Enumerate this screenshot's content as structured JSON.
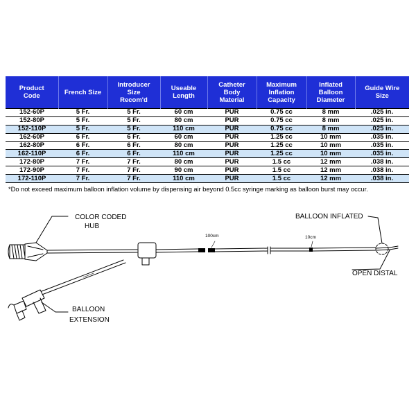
{
  "table": {
    "headers": [
      "Product\nCode",
      "French Size",
      "Introducer\nSize\nRecom'd",
      "Useable\nLength",
      "Catheter\nBody\nMaterial",
      "Maximum\nInflation\nCapacity",
      "Inflated\nBalloon\nDiameter",
      "Guide Wire\nSize"
    ],
    "rows": [
      [
        "152-60P",
        "5 Fr.",
        "5 Fr.",
        "60 cm",
        "PUR",
        "0.75 cc",
        "8 mm",
        ".025 in."
      ],
      [
        "152-80P",
        "5 Fr.",
        "5 Fr.",
        "80 cm",
        "PUR",
        "0.75 cc",
        "8 mm",
        ".025 in."
      ],
      [
        "152-110P",
        "5 Fr.",
        "5 Fr.",
        "110 cm",
        "PUR",
        "0.75 cc",
        "8 mm",
        ".025 in."
      ],
      [
        "162-60P",
        "6 Fr.",
        "6 Fr.",
        "60 cm",
        "PUR",
        "1.25 cc",
        "10 mm",
        ".035 in."
      ],
      [
        "162-80P",
        "6 Fr.",
        "6 Fr.",
        "80 cm",
        "PUR",
        "1.25 cc",
        "10 mm",
        ".035 in."
      ],
      [
        "162-110P",
        "6 Fr.",
        "6 Fr.",
        "110 cm",
        "PUR",
        "1.25 cc",
        "10 mm",
        ".035 in."
      ],
      [
        "172-80P",
        "7 Fr.",
        "7 Fr.",
        "80 cm",
        "PUR",
        "1.5 cc",
        "12 mm",
        ".038 in."
      ],
      [
        "172-90P",
        "7 Fr.",
        "7 Fr.",
        "90 cm",
        "PUR",
        "1.5 cc",
        "12 mm",
        ".038 in."
      ],
      [
        "172-110P",
        "7 Fr.",
        "7 Fr.",
        "110 cm",
        "PUR",
        "1.5 cc",
        "12 mm",
        ".038 in."
      ]
    ],
    "highlight_rows": [
      2,
      5,
      8
    ],
    "header_color": "#1f2fd6",
    "highlight_color": "#cfe4f7"
  },
  "footnote": "*Do not exceed maximum balloon inflation volume by dispensing air beyond 0.5cc syringe marking as balloon burst may occur.",
  "diagram": {
    "labels": {
      "hub": "COLOR CODED\nHUB",
      "balloon_extension": "BALLOON\nEXTENSION",
      "balloon_inflated": "BALLOON  INFLATED",
      "open_distal": "OPEN DISTAL",
      "mark_100": "100cm",
      "mark_10": "10cm"
    }
  }
}
